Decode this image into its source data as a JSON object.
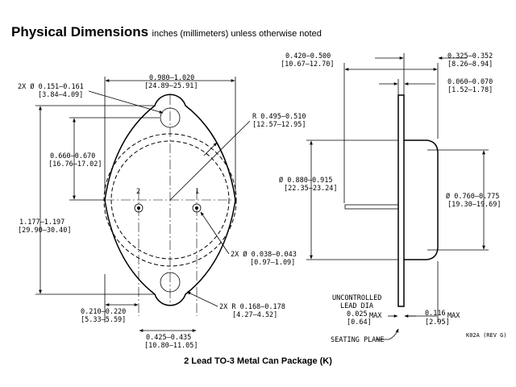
{
  "header": {
    "title": "Physical Dimensions",
    "subtitle": "inches (millimeters) unless otherwise noted"
  },
  "caption": "2 Lead TO-3 Metal Can Package (K)",
  "revision": "K02A (REV G)",
  "front_view": {
    "hole_dia": {
      "line1": "2X Ø 0.151–0.161",
      "line2": "[3.84–4.09]"
    },
    "width": {
      "line1": "0.980–1.020",
      "line2": "[24.89–25.91]"
    },
    "radius": {
      "line1": "R 0.495–0.510",
      "line2": "[12.57–12.95]"
    },
    "hole_pitch": {
      "line1": "0.660–0.670",
      "line2": "[16.76–17.02]"
    },
    "overall_length": {
      "line1": "1.177–1.197",
      "line2": "[29.90–30.40]"
    },
    "pin_dia": {
      "line1": "2X Ø 0.038–0.043",
      "line2": "[0.97–1.09]"
    },
    "pin_offset": {
      "line1": "0.210–0.220",
      "line2": "[5.33–5.59]"
    },
    "corner_radius": {
      "line1": "2X R 0.168–0.178",
      "line2": "[4.27–4.52]"
    },
    "pin_spacing": {
      "line1": "0.425–0.435",
      "line2": "[10.80–11.05]"
    },
    "pin_labels": [
      "2",
      "1"
    ]
  },
  "side_view": {
    "height": {
      "line1": "0.420–0.500",
      "line2": "[10.67–12.70]"
    },
    "body_height": {
      "line1": "0.325–0.352",
      "line2": "[8.26–8.94]"
    },
    "flange": {
      "line1": "0.060–0.070",
      "line2": "[1.52–1.78]"
    },
    "can_dia": {
      "line1": "Ø 0.880–0.915",
      "line2": "[22.35–23.24]"
    },
    "top_dia": {
      "line1": "Ø 0.760–0.775",
      "line2": "[19.30–19.69]"
    },
    "lead_label": {
      "line1": "UNCONTROLLED",
      "line2": "LEAD DIA"
    },
    "lead_dia": {
      "line1": "0.025",
      "line2": "[0.64]",
      "max": "MAX"
    },
    "lead_len": {
      "line1": "0.116",
      "line2": "[2.95]",
      "max": "MAX"
    },
    "seating_plane": "SEATING PLANE"
  }
}
